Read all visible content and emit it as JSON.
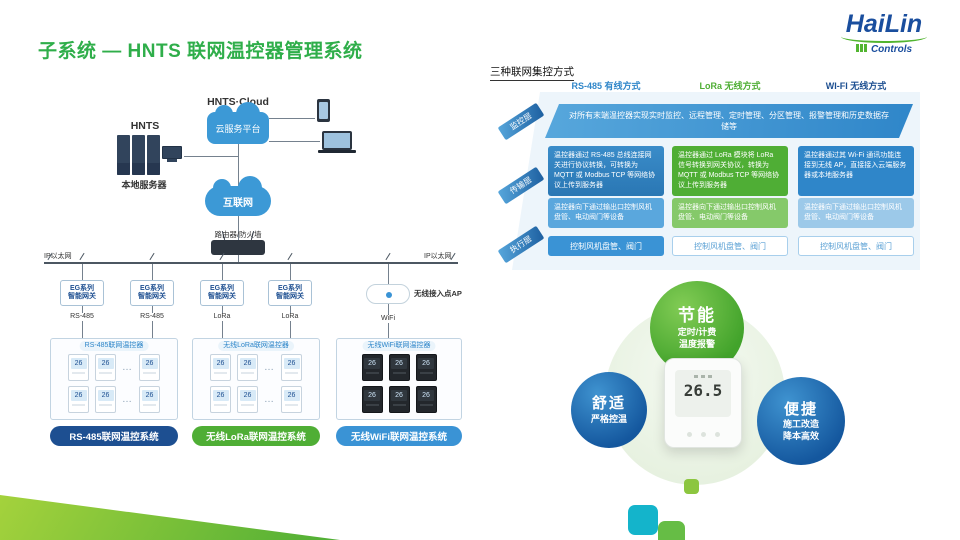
{
  "slide": {
    "title": "子系统 — HNTS 联网温控器管理系统"
  },
  "logo": {
    "brand": "HaiLin",
    "sub": "Controls"
  },
  "colors": {
    "title_green": "#2fae4a",
    "brand_blue": "#1a4e9e",
    "accent_blue": "#2f86c9",
    "accent_green": "#4fae35",
    "navy": "#1d4f91",
    "sky_blue": "#3a93d5",
    "teal": "#14b4cb",
    "lime": "#8cc63f"
  },
  "diagram": {
    "cloud_title": "HNTS·Cloud",
    "cloud_platform": "云服务平台",
    "local_title": "HNTS",
    "local_server": "本地服务器",
    "internet": "互联网",
    "router": "路由器/防火墙",
    "ethernet_left": "IP以太网",
    "ethernet_right": "IP以太网",
    "gateway_line1": "EG系列",
    "gateway_line2": "智能网关",
    "ap_label": "无线接入点AP",
    "bus_labels": [
      "RS-485",
      "RS-485",
      "LoRa",
      "LoRa",
      "WiFi"
    ],
    "thermostat_temp": "26",
    "dots": "…",
    "groups": [
      {
        "label": "RS-485联网温控器",
        "system": "RS-485联网温控系统"
      },
      {
        "label": "无线LoRa联网温控器",
        "system": "无线LoRa联网温控系统"
      },
      {
        "label": "无线WiFi联网温控器",
        "system": "无线WiFi联网温控系统"
      }
    ]
  },
  "table": {
    "caption": "三种联网集控方式",
    "columns": [
      "RS-485 有线方式",
      "LoRa 无线方式",
      "WI-FI 无线方式"
    ],
    "row_labels": [
      "监控层",
      "传输层",
      "执行层"
    ],
    "monitor_text": "对所有末端温控器实现实时监控、远程管理、定时管理、分区管理、报警管理和历史数据存储等",
    "transport": [
      {
        "up": "温控器通过 RS-485 总线连接网关进行协议转换，可转换为 MQTT 或 Modbus TCP 等网络协议上传到服务器",
        "down": "温控器向下通过输出口控制风机盘管、电动阀门等设备"
      },
      {
        "up": "温控器通过 LoRa 模块将 LoRa 信号转换到网关协议，转换为 MQTT 或 Modbus TCP 等网络协议上传到服务器",
        "down": "温控器向下通过输出口控制风机盘管、电动阀门等设备"
      },
      {
        "up": "温控器通过其 Wi-Fi 通讯功能连接到无线 AP，直接接入云端服务器或本地服务器",
        "down": "温控器向下通过输出口控制风机盘管、电动阀门等设备"
      }
    ],
    "control": [
      "控制风机盘管、阀门",
      "控制风机盘管、阀门",
      "控制风机盘管、阀门"
    ]
  },
  "benefits": {
    "energy": {
      "title": "节能",
      "line1": "定时/计费",
      "line2": "温度报警"
    },
    "comfort": {
      "title": "舒适",
      "line1": "严格控温"
    },
    "convenient": {
      "title": "便捷",
      "line1": "施工改造",
      "line2": "降本高效"
    }
  },
  "device": {
    "display": "26.5"
  }
}
